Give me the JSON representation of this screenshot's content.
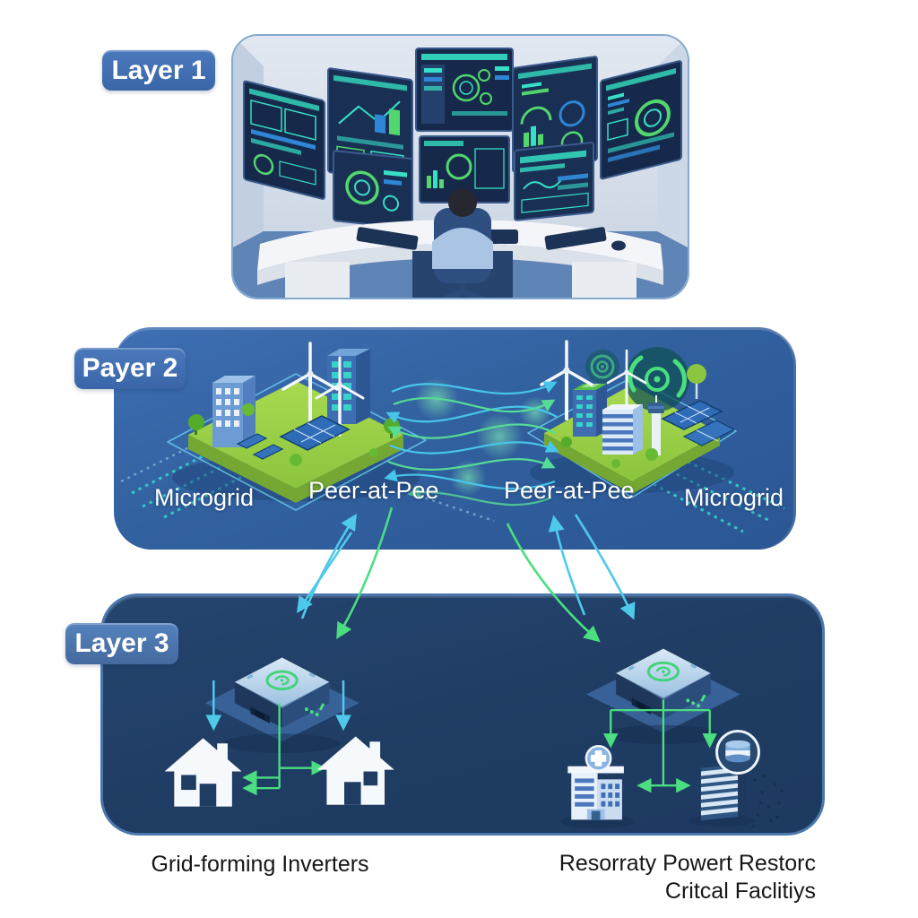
{
  "diagram_title": "Three-layer microgrid energy system diagram",
  "layer1": {
    "badge": "Layer 1",
    "scene": "control-room operator monitoring dashboard wall"
  },
  "layer2": {
    "badge": "Payer 2",
    "labels": {
      "microgrid_left": "Microgrid",
      "p2p_left": "Peer-at-Pee",
      "p2p_right": "Peer-at-Pee",
      "microgrid_right": "Microgrid"
    }
  },
  "layer3": {
    "badge": "Layer 3"
  },
  "captions": {
    "left": "Grid-forming Inverters",
    "right_line1": "Resorraty Powert Restorc",
    "right_line2": "Critcal Faclitiys"
  },
  "icons": [
    "monitor-wall-icon",
    "operator-icon",
    "desk-icon",
    "wind-turbine-icon",
    "solar-panel-icon",
    "building-icon",
    "tree-icon",
    "radar-signal-icon",
    "data-stream-dots-icon",
    "p2p-arrow-icon",
    "inverter-device-icon",
    "house-icon",
    "hospital-icon",
    "battery-storage-icon",
    "magnifier-icon"
  ],
  "colors": {
    "panel_layer2": "#32619f",
    "panel_layer3": "#1f3c63",
    "badge_blue": "#3f6cae",
    "arrow_cyan": "#46c6ea",
    "arrow_green": "#55dc96",
    "island_green": "#95cd45",
    "accent_teal": "#35d0c8",
    "caption_text": "#161616"
  }
}
